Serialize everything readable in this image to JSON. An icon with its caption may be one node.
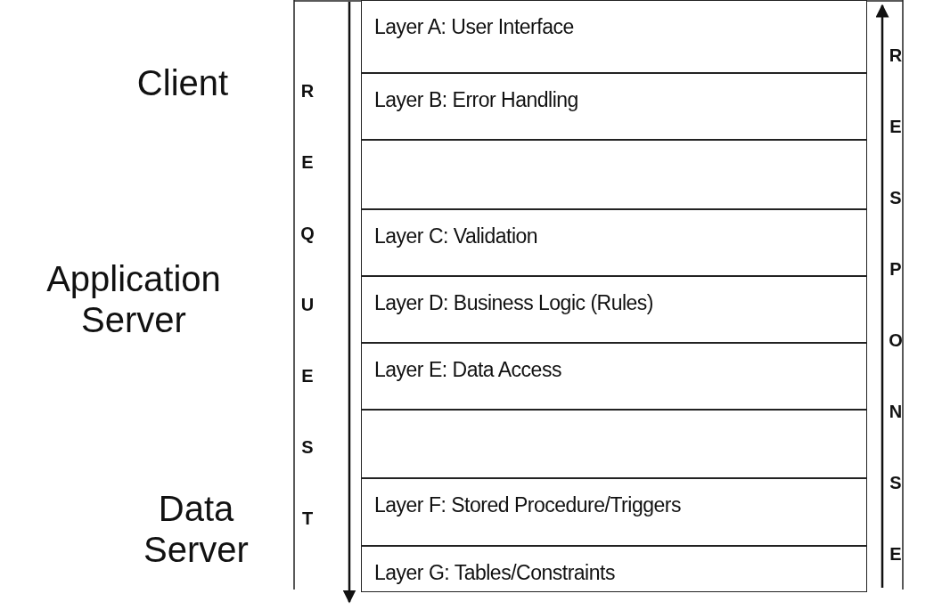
{
  "diagram": {
    "nodes": [
      {
        "text": [
          "Layer A: User Interface"
        ]
      },
      {
        "text": [
          "Layer B: Error Handling"
        ]
      },
      {
        "text": [],
        "shape": "box"
      },
      {
        "text": [
          "Layer C: Validation"
        ]
      },
      {
        "text": [
          "Layer D: Business Logic (Rules)"
        ]
      },
      {
        "text": [
          "Layer E: Data Access"
        ]
      },
      {
        "text": [],
        "shape": "box"
      },
      {
        "text": [
          "Layer F: Stored Procedure/Triggers"
        ]
      },
      {
        "text": [
          "Layer G: Tables/Constraints"
        ]
      }
    ],
    "edges": [],
    "labels": [
      "Client",
      "Application Server",
      "Data Server",
      "REQUEST",
      "RESPONSE"
    ]
  }
}
